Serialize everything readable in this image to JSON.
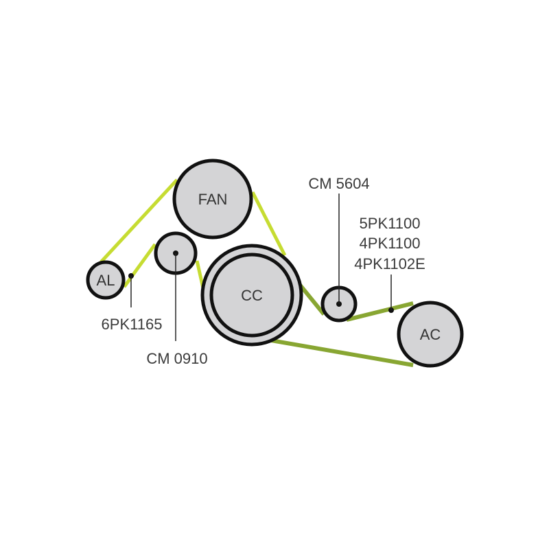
{
  "pulleys": {
    "fan": "FAN",
    "al": "AL",
    "cc": "CC",
    "ac": "AC"
  },
  "labels": {
    "belt1": "6PK1165",
    "idler1": "CM 0910",
    "idler2": "CM 5604",
    "belt2": [
      "5PK1100",
      "4PK1100",
      "4PK1102E"
    ]
  },
  "colors": {
    "belt1": "#c6dc32",
    "belt2": "#88a632",
    "pulley_fill": "#d4d4d6",
    "outline": "#111111"
  }
}
